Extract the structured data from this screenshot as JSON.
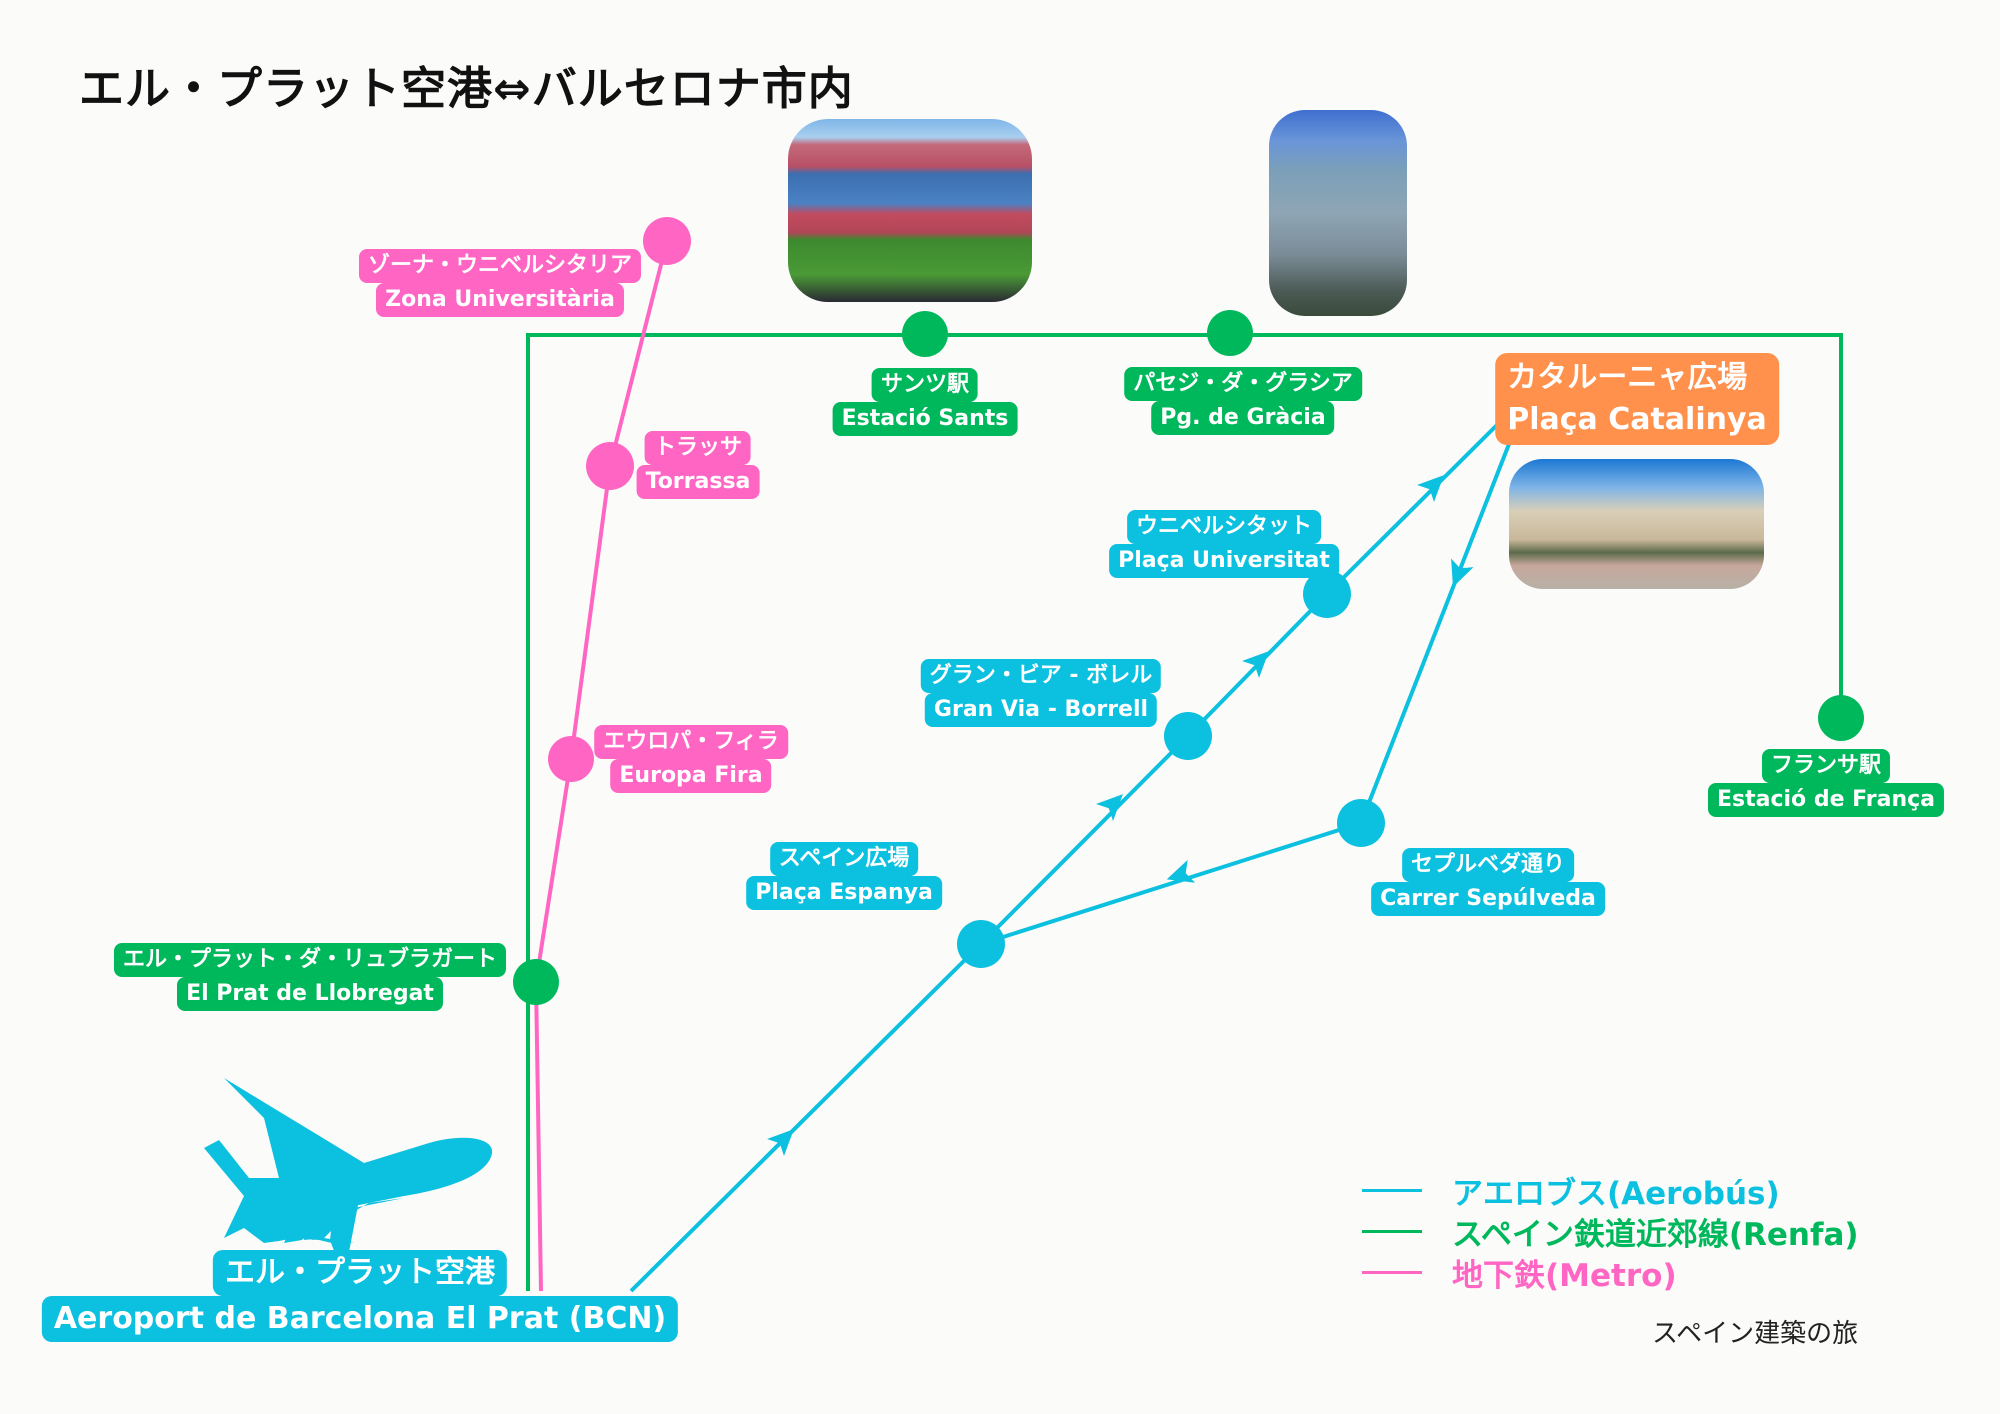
{
  "title": "エル・プラット空港⇔バルセロナ市内",
  "colors": {
    "aerobus": "#0cc0df",
    "renfa": "#00b85c",
    "metro": "#ff66c4",
    "highlight": "#ff914d"
  },
  "stations": {
    "zona": {
      "ja": "ゾーナ・ウニベルシタリア",
      "en": "Zona Universitària"
    },
    "torrassa": {
      "ja": "トラッサ",
      "en": "Torrassa"
    },
    "europa": {
      "ja": "エウロパ・フィラ",
      "en": "Europa Fira"
    },
    "sants": {
      "ja": "サンツ駅",
      "en": "Estació Sants"
    },
    "gracia": {
      "ja": "パセジ・ダ・グラシア",
      "en": "Pg. de Gràcia"
    },
    "catalunya": {
      "ja": "カタルーニャ広場",
      "en": "Plaça Catalinya"
    },
    "universitat": {
      "ja": "ウニベルシタット",
      "en": "Plaça Universitat"
    },
    "granvia": {
      "ja": "グラン・ビア - ボレル",
      "en": "Gran Via - Borrell"
    },
    "espanya": {
      "ja": "スペイン広場",
      "en": "Plaça Espanya"
    },
    "sepulveda": {
      "ja": "セプルベダ通り",
      "en": "Carrer Sepúlveda"
    },
    "franca": {
      "ja": "フランサ駅",
      "en": "Estació de França"
    },
    "elprat": {
      "ja": "エル・プラット・ダ・リュブラガート",
      "en": "El Prat de Llobregat"
    },
    "airport": {
      "ja": "エル・プラット空港",
      "en": "Aeroport de Barcelona El Prat (BCN)"
    }
  },
  "legend": [
    {
      "label": "アエロブス(Aerobús)"
    },
    {
      "label": "スペイン鉄道近郊線(Renfa)"
    },
    {
      "label": "地下鉄(Metro)"
    }
  ],
  "credit": "スペイン建築の旅"
}
